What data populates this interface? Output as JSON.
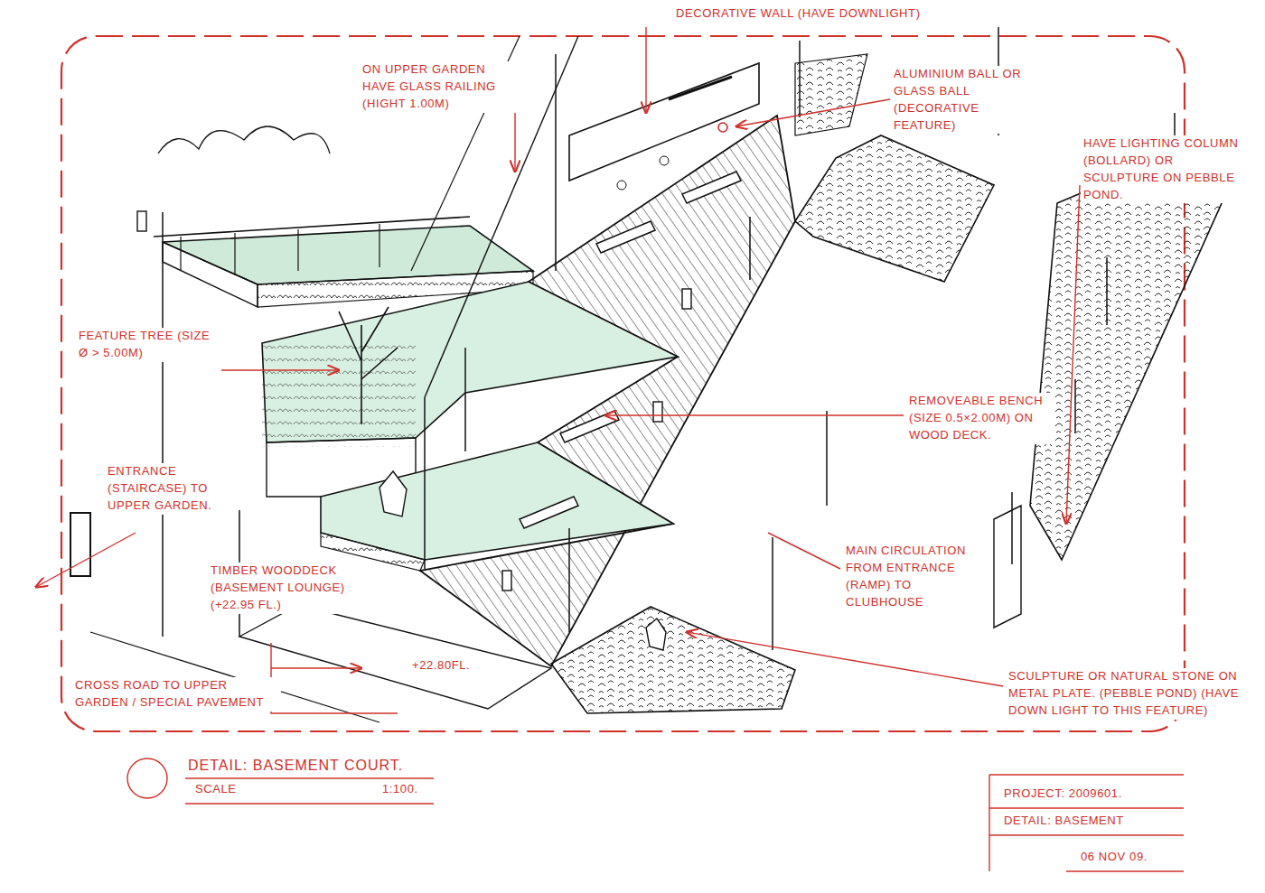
{
  "diagram": {
    "title": "DETAIL: BASEMENT COURT.",
    "labels": [
      "DECORATIVE WALL (HAVE DOWNLIGHT)",
      "ON UPPER GARDEN HAVE GLASS RAILING (HIGHT 1.00M)",
      "ALUMINIUM BALL OR GLASS BALL (DECORATIVE FEATURE)",
      "HAVE LIGHTING COLUMN (BOLLARD) OR SCULPTURE ON PEBBLE POND.",
      "FEATURE TREE (SIZE Ø > 5.00M)",
      "REMOVEABLE BENCH (SIZE 0.5×2.00M) ON WOOD DECK.",
      "ENTRANCE (STAIRCASE) TO UPPER GARDEN.",
      "TIMBER WOODDECK (BASEMENT LOUNGE) (+22.95 FL.)",
      "MAIN CIRCULATION FROM ENTRANCE (RAMP) TO CLUBHOUSE",
      "+22.80FL.",
      "CROSS ROAD TO UPPER GARDEN / SPECIAL PAVEMENT",
      "SCULPTURE OR NATURAL STONE ON METAL PLATE. (PEBBLE POND) (HAVE DOWN LIGHT TO THIS FEATURE)",
      "SCALE",
      "1:100.",
      "PROJECT: 2009601.",
      "DETAIL: BASEMENT",
      "06 NOV 09."
    ]
  }
}
